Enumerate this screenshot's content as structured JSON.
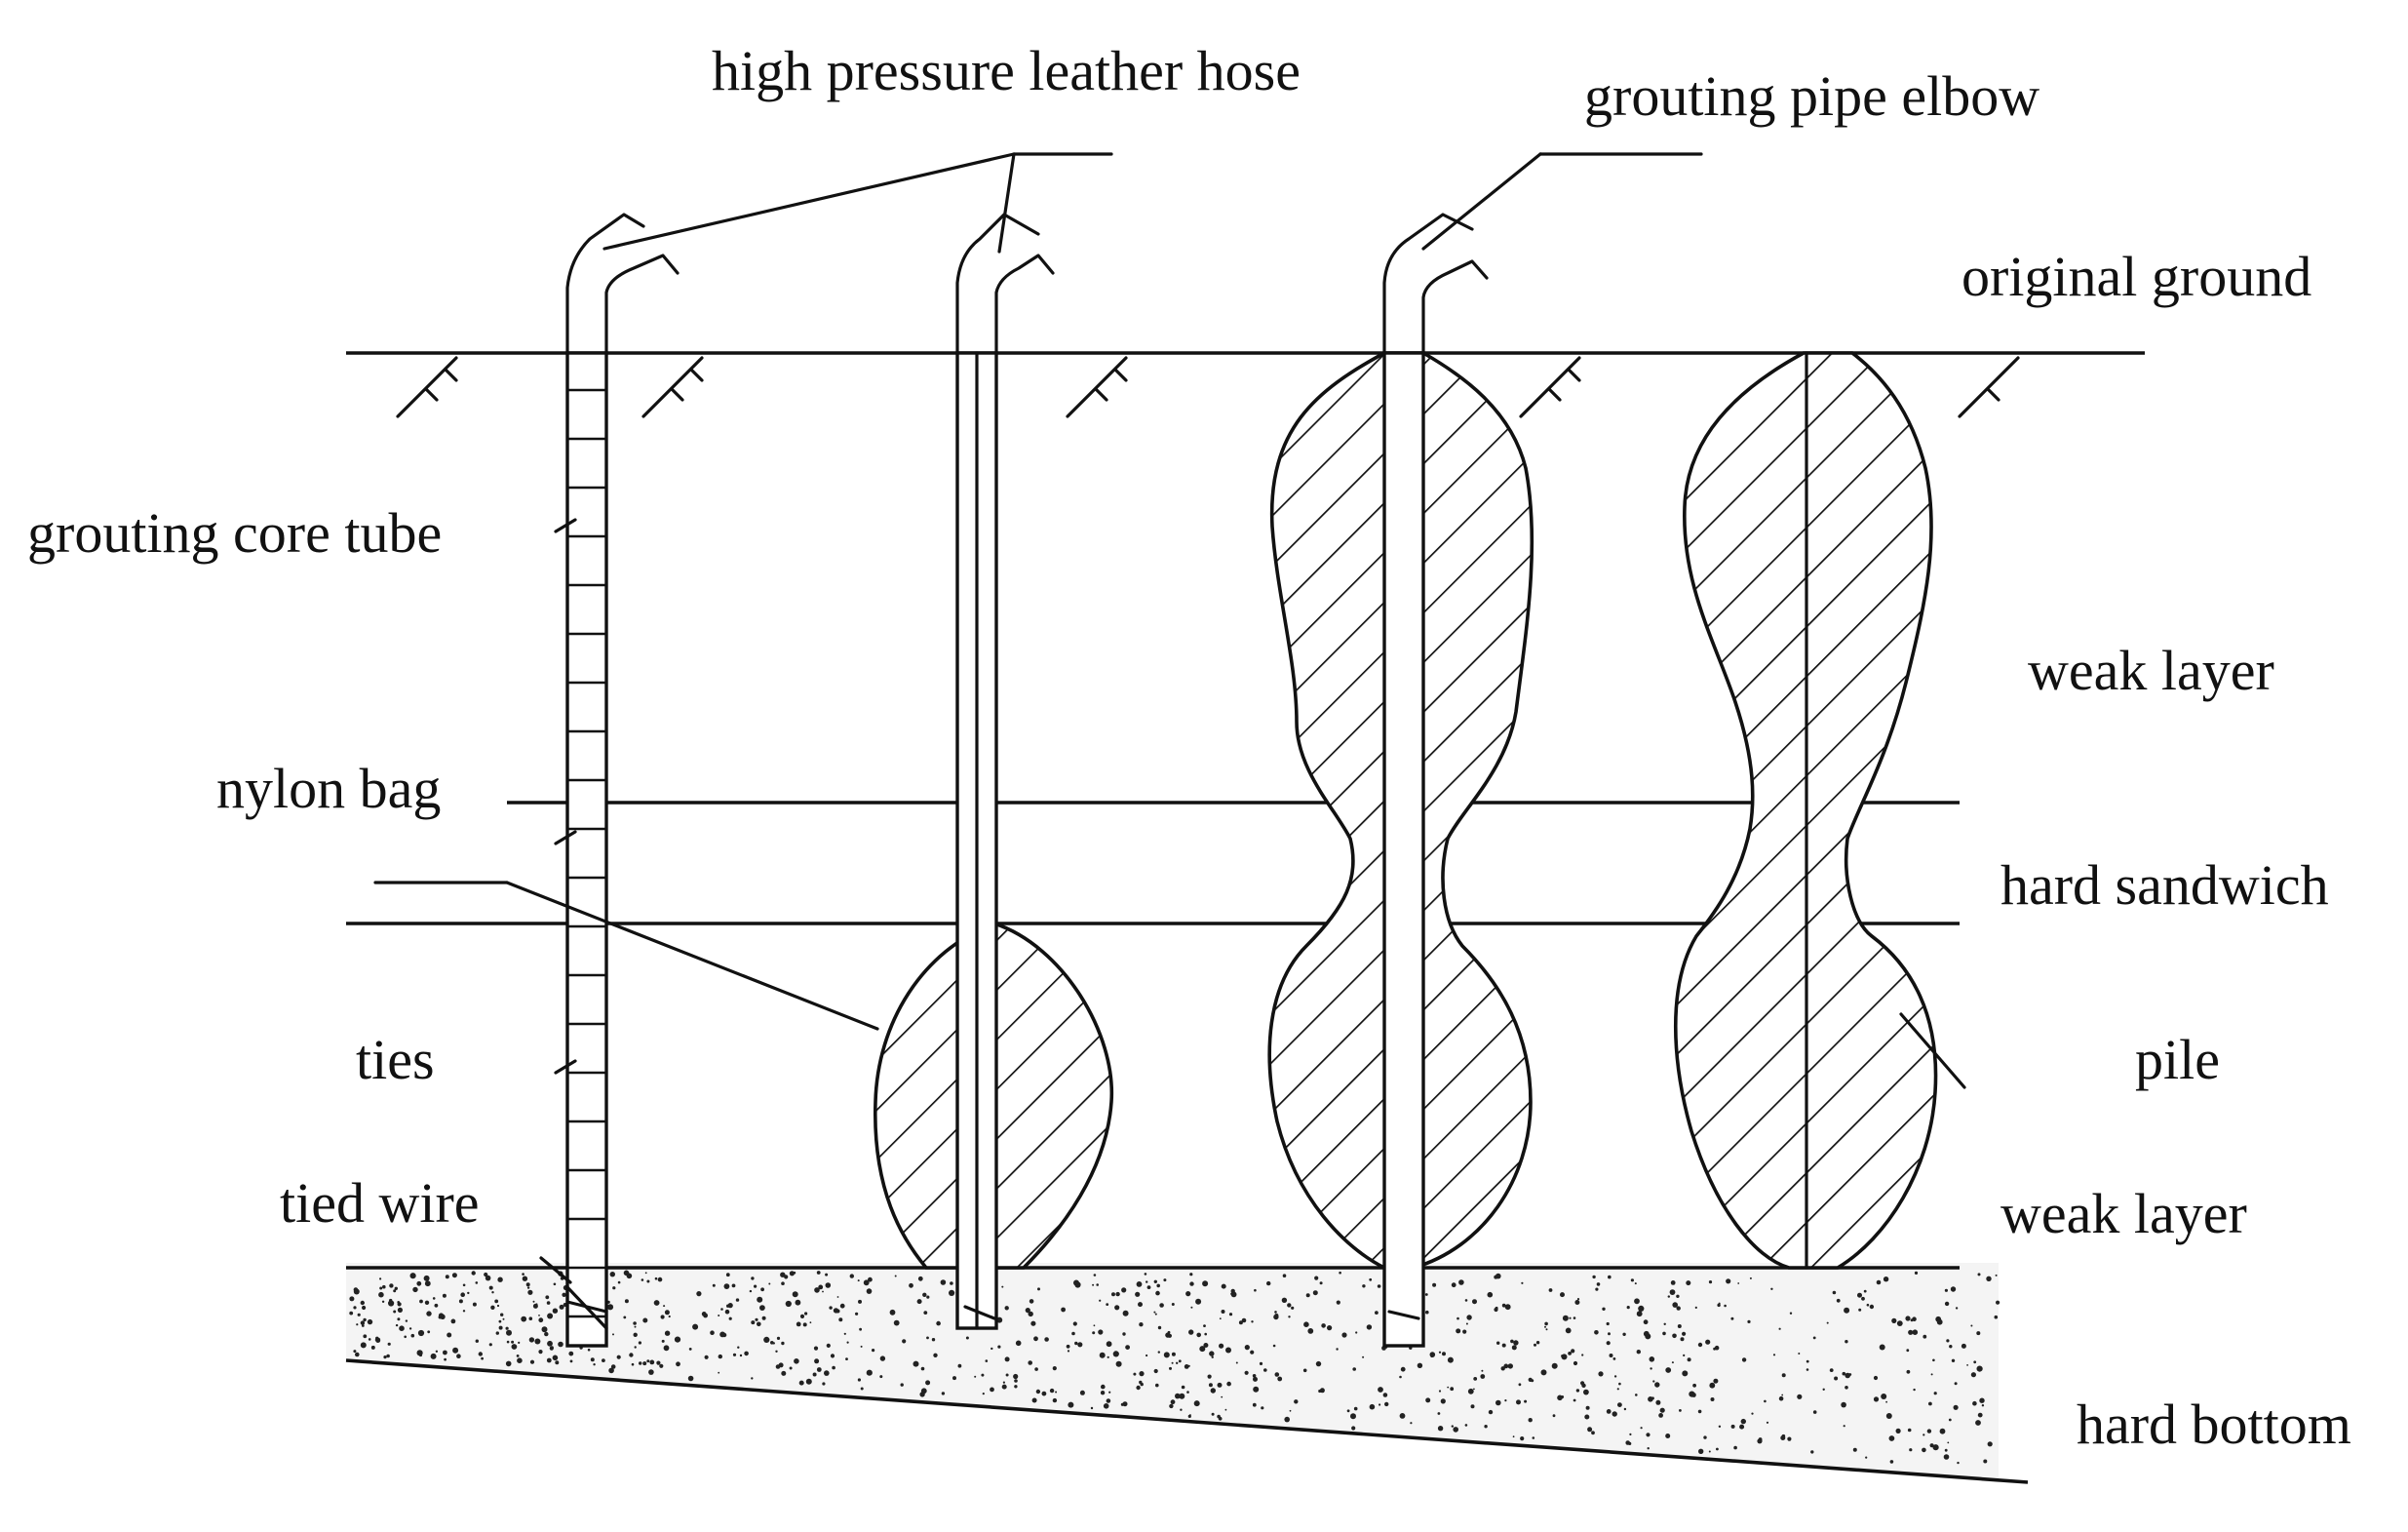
{
  "labels": {
    "high_pressure_leather_hose": "high pressure leather hose",
    "grouting_pipe_elbow": "grouting pipe elbow",
    "original_ground": "original ground",
    "grouting_core_tube": "grouting core tube",
    "weak_layer_upper": "weak layer",
    "nylon_bag": "nylon bag",
    "hard_sandwich": "hard sandwich",
    "ties": "ties",
    "pile": "pile",
    "tied_wire": "tied wire",
    "weak_layer_lower": "weak layer",
    "hard_bottom": "hard bottom"
  },
  "colors": {
    "ink": "#111111",
    "background": "#ffffff"
  }
}
